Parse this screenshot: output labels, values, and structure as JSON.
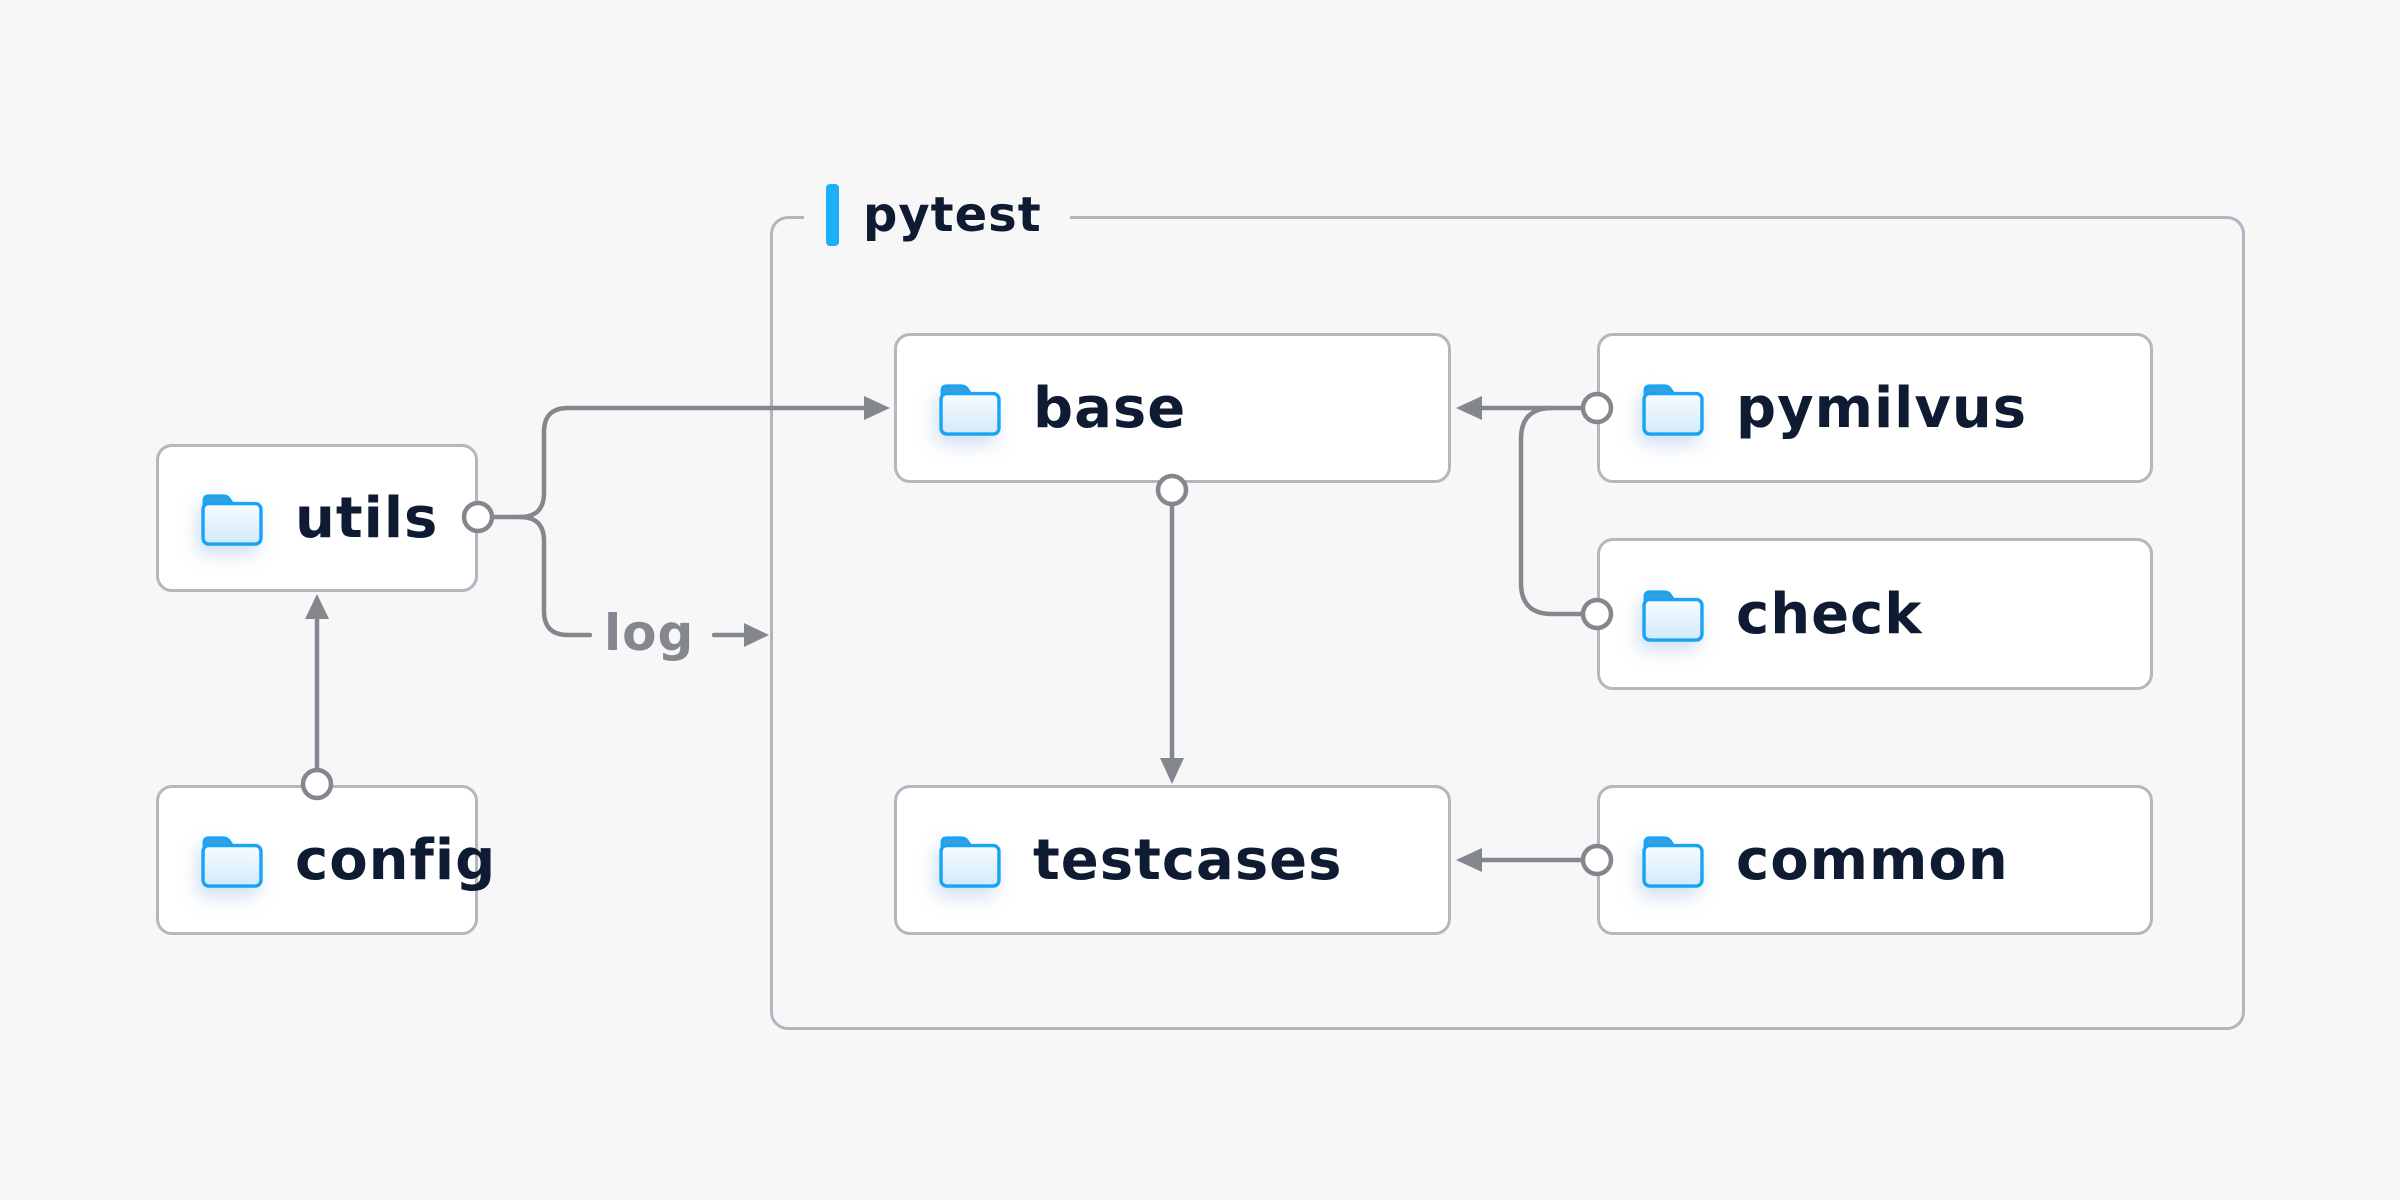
{
  "diagram": {
    "group": {
      "label": "pytest"
    },
    "nodes": [
      {
        "id": "utils",
        "label": "utils",
        "icon": "folder-icon",
        "inside_group": false
      },
      {
        "id": "config",
        "label": "config",
        "icon": "folder-icon",
        "inside_group": false
      },
      {
        "id": "base",
        "label": "base",
        "icon": "folder-icon",
        "inside_group": true
      },
      {
        "id": "pymilvus",
        "label": "pymilvus",
        "icon": "folder-icon",
        "inside_group": true
      },
      {
        "id": "check",
        "label": "check",
        "icon": "folder-icon",
        "inside_group": true
      },
      {
        "id": "testcases",
        "label": "testcases",
        "icon": "folder-icon",
        "inside_group": true
      },
      {
        "id": "common",
        "label": "common",
        "icon": "folder-icon",
        "inside_group": true
      }
    ],
    "edges": [
      {
        "from": "config",
        "to": "utils",
        "label": ""
      },
      {
        "from": "utils",
        "to": "base",
        "label": ""
      },
      {
        "from": "utils",
        "to": "pytest",
        "label": "log"
      },
      {
        "from": "pymilvus",
        "to": "base",
        "label": ""
      },
      {
        "from": "check",
        "to": "base",
        "label": ""
      },
      {
        "from": "base",
        "to": "testcases",
        "label": ""
      },
      {
        "from": "common",
        "to": "testcases",
        "label": ""
      }
    ],
    "colors": {
      "background": "#f7f7f8",
      "node_background": "#ffffff",
      "node_border": "#b4b6c0",
      "group_border": "#b2b4bf",
      "text_navy": "#0e1b33",
      "line_gray": "#85878f",
      "accent_blue": "#1db0f7",
      "folder_outline_blue": "#18a3f5",
      "folder_tab_blue": "#379fdd",
      "folder_fill_light": "#d3e9fb"
    }
  }
}
